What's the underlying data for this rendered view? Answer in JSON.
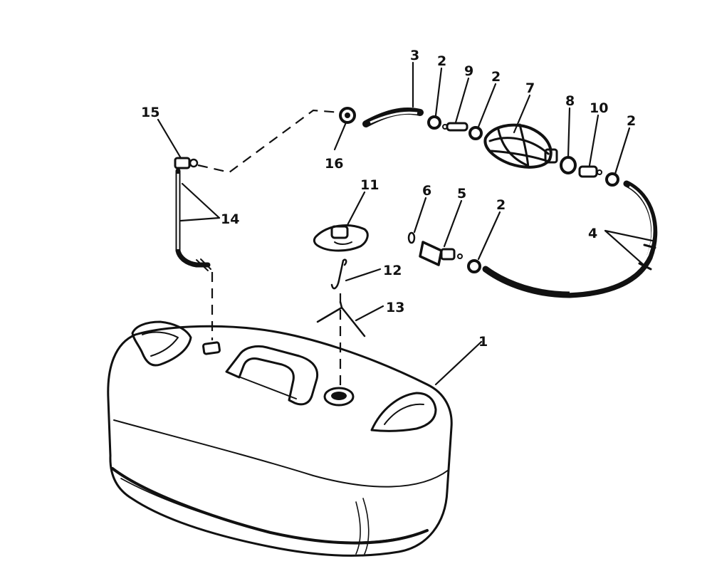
{
  "callouts": [
    {
      "id": "1",
      "label": "1"
    },
    {
      "id": "2a",
      "label": "2"
    },
    {
      "id": "2b",
      "label": "2"
    },
    {
      "id": "2c",
      "label": "2"
    },
    {
      "id": "2d",
      "label": "2"
    },
    {
      "id": "3",
      "label": "3"
    },
    {
      "id": "4",
      "label": "4"
    },
    {
      "id": "5",
      "label": "5"
    },
    {
      "id": "6",
      "label": "6"
    },
    {
      "id": "7",
      "label": "7"
    },
    {
      "id": "8",
      "label": "8"
    },
    {
      "id": "9",
      "label": "9"
    },
    {
      "id": "10",
      "label": "10"
    },
    {
      "id": "11",
      "label": "11"
    },
    {
      "id": "12",
      "label": "12"
    },
    {
      "id": "13",
      "label": "13"
    },
    {
      "id": "14",
      "label": "14"
    },
    {
      "id": "15",
      "label": "15"
    },
    {
      "id": "16",
      "label": "16"
    }
  ],
  "ink_color": "#111111"
}
